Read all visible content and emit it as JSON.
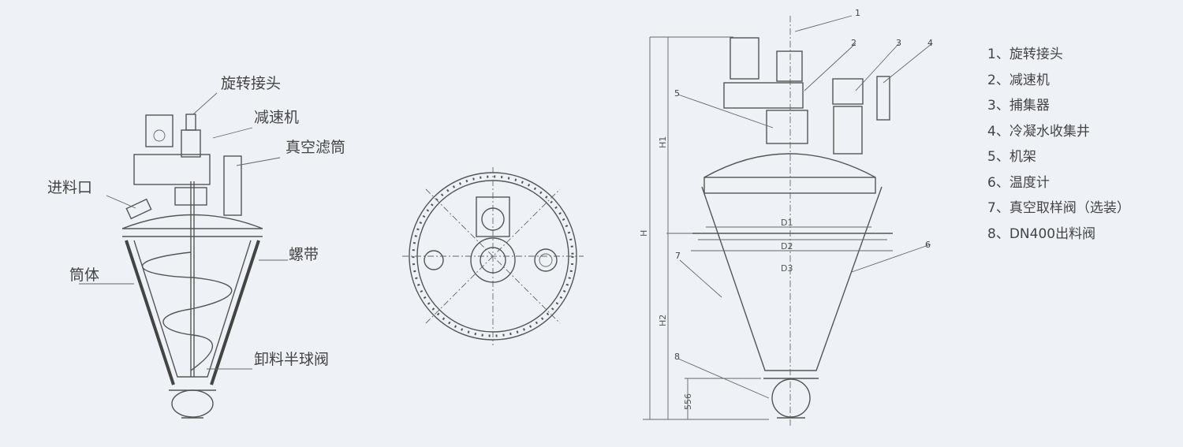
{
  "left_diagram": {
    "labels": {
      "rotary_joint": "旋转接头",
      "reducer": "减速机",
      "vacuum_filter": "真空滤筒",
      "feed_inlet": "进料口",
      "body": "筒体",
      "ribbon": "螺带",
      "discharge_valve": "卸料半球阀"
    }
  },
  "right_diagram": {
    "callouts": [
      "1",
      "2",
      "3",
      "4",
      "5",
      "6",
      "7",
      "8"
    ],
    "dimensions": {
      "H": "H",
      "H1": "H1",
      "H2": "H2",
      "D1": "D1",
      "D2": "D2",
      "D3": "D3",
      "bottom": "556"
    }
  },
  "legend": [
    "1、旋转接头",
    "2、减速机",
    "3、捕集器",
    "4、冷凝水收集井",
    "5、机架",
    "6、温度计",
    "7、真空取样阀（选装）",
    "8、DN400出料阀"
  ]
}
